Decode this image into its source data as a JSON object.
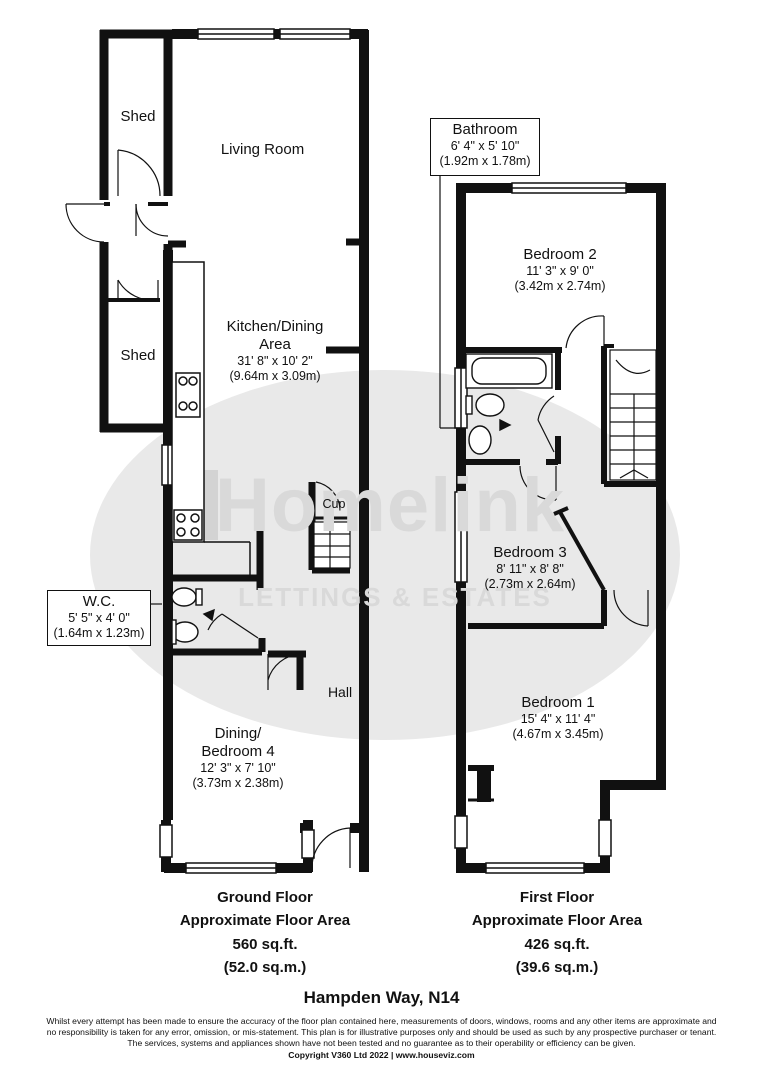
{
  "ground_floor": {
    "rooms": {
      "shed_top": "Shed",
      "living_room": "Living Room",
      "shed_bottom": "Shed",
      "kitchen_dining_line1": "Kitchen/Dining",
      "kitchen_dining_line2": "Area",
      "kitchen_dining_dim_imperial": "31' 8\" x 10' 2\"",
      "kitchen_dining_dim_metric": "(9.64m x 3.09m)",
      "cup": "Cup",
      "hall": "Hall",
      "dining_line1": "Dining/",
      "dining_line2": "Bedroom 4",
      "dining_dim_imperial": "12' 3\" x 7' 10\"",
      "dining_dim_metric": "(3.73m x 2.38m)"
    },
    "wc_callout": {
      "name": "W.C.",
      "dim_imperial": "5' 5\" x 4' 0\"",
      "dim_metric": "(1.64m x 1.23m)"
    },
    "summary": {
      "line1": "Ground Floor",
      "line2": "Approximate Floor Area",
      "line3": "560 sq.ft.",
      "line4": "(52.0 sq.m.)"
    }
  },
  "first_floor": {
    "bathroom_callout": {
      "name": "Bathroom",
      "dim_imperial": "6' 4\" x 5' 10\"",
      "dim_metric": "(1.92m x 1.78m)"
    },
    "rooms": {
      "bedroom2": "Bedroom 2",
      "bedroom2_dim_imperial": "11' 3\" x 9' 0\"",
      "bedroom2_dim_metric": "(3.42m x 2.74m)",
      "bedroom3": "Bedroom 3",
      "bedroom3_dim_imperial": "8' 11\" x 8' 8\"",
      "bedroom3_dim_metric": "(2.73m x 2.64m)",
      "bedroom1": "Bedroom 1",
      "bedroom1_dim_imperial": "15' 4\" x 11' 4\"",
      "bedroom1_dim_metric": "(4.67m x 3.45m)"
    },
    "summary": {
      "line1": "First Floor",
      "line2": "Approximate Floor Area",
      "line3": "426 sq.ft.",
      "line4": "(39.6 sq.m.)"
    }
  },
  "watermark": {
    "brand": "Homelink",
    "tagline": "LETTINGS & ESTATES"
  },
  "property_title": "Hampden Way, N14",
  "disclaimer": {
    "line1": "Whilst every attempt has been made to ensure the accuracy of the floor plan contained here, measurements of doors, windows, rooms and any other items are approximate and",
    "line2": "no responsibility is taken for any error, omission, or mis-statement. This plan is for illustrative purposes only and should be used as such by any prospective purchaser or tenant.",
    "line3": "The services, systems and appliances shown have not been tested and no guarantee as to their operability or efficiency can be given.",
    "line4": "Copyright V360 Ltd 2022 | www.houseviz.com"
  },
  "colors": {
    "wall": "#111111",
    "watermark": "#e6e6e6"
  }
}
